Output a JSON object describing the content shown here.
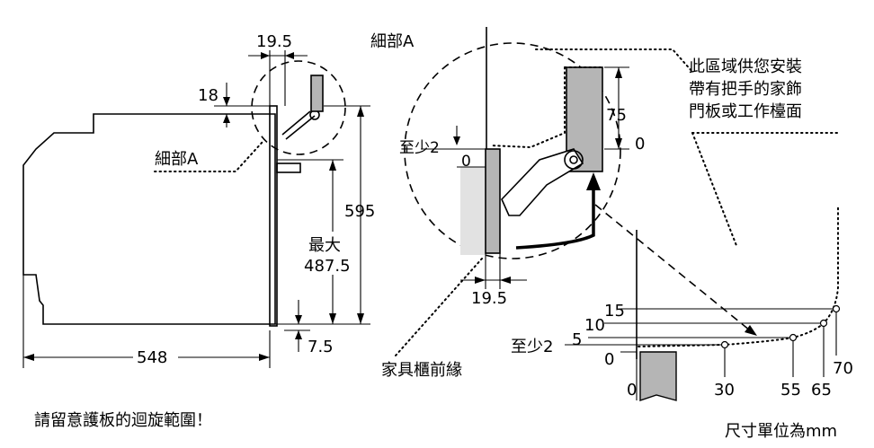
{
  "labels": {
    "top_19_5": "19.5",
    "detail_a_top": "細部A",
    "dim_18": "18",
    "detail_a_left": "細部A",
    "dim_595": "595",
    "max_label": "最大",
    "max_value": "487.5",
    "dim_7_5": "7.5",
    "dim_548": "548",
    "min2_detail": "至少2",
    "zero_detail": "0",
    "dim_75": "75",
    "zero_75": "0",
    "dim_19_5_detail": "19.5",
    "front_edge": "家具櫃前緣",
    "handle_note_1": "此區域供您安裝",
    "handle_note_2": "帶有把手的家飾",
    "handle_note_3": "門板或工作檯面",
    "gap_15": "15",
    "gap_10": "10",
    "gap_5": "5",
    "gap_min2": "至少2",
    "gap_0": "0",
    "dist_0": "0",
    "dist_30": "30",
    "dist_55": "55",
    "dist_65": "65",
    "dist_70": "70",
    "footer_note": "請留意護板的迴旋範圍！",
    "units": "尺寸單位為mm"
  }
}
